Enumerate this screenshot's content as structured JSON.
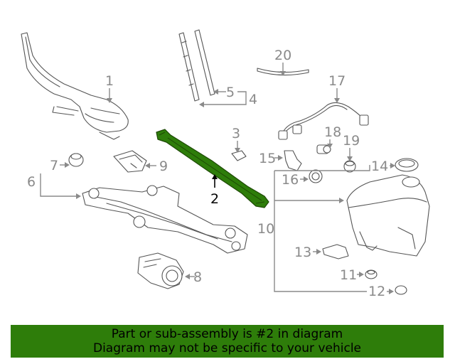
{
  "callouts": {
    "c1": "1",
    "c2": "2",
    "c3": "3",
    "c4": "4",
    "c5": "5",
    "c6": "6",
    "c7": "7",
    "c8": "8",
    "c9": "9",
    "c10": "10",
    "c11": "11",
    "c12": "12",
    "c13": "13",
    "c14": "14",
    "c15": "15",
    "c16": "16",
    "c17": "17",
    "c18": "18",
    "c19": "19",
    "c20": "20"
  },
  "highlight": {
    "part_number": "2",
    "color": "#2e7d0a"
  },
  "footer": {
    "line1": "Part or sub-assembly is #2 in diagram",
    "line2": "Diagram may not be specific to your vehicle"
  }
}
